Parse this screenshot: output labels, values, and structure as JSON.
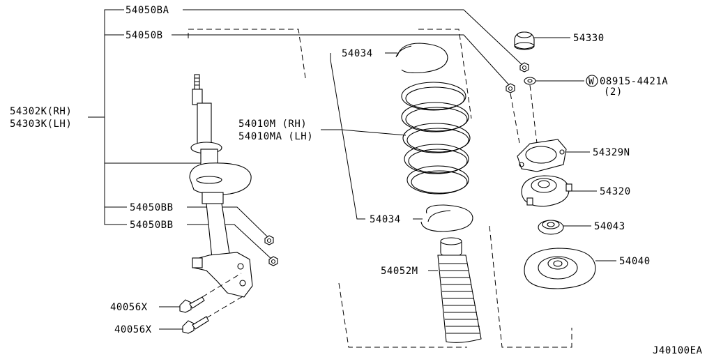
{
  "diagram_code": "J40100EA",
  "labels": {
    "l54050BA": "54050BA",
    "l54050B": "54050B",
    "l54302K": "54302K(RH)",
    "l54303K": "54303K(LH)",
    "l54050BB_1": "54050BB",
    "l54050BB_2": "54050BB",
    "l40056X_1": "40056X",
    "l40056X_2": "40056X",
    "l54034_top": "54034",
    "l54010M": "54010M (RH)",
    "l54010MA": "54010MA (LH)",
    "l54034_bot": "54034",
    "l54052M": "54052M",
    "l54330": "54330",
    "w_symbol": "W",
    "l08915": "08915-4421A",
    "l08915_qty": "(2)",
    "l54329N": "54329N",
    "l54320": "54320",
    "l54043": "54043",
    "l54040": "54040"
  }
}
